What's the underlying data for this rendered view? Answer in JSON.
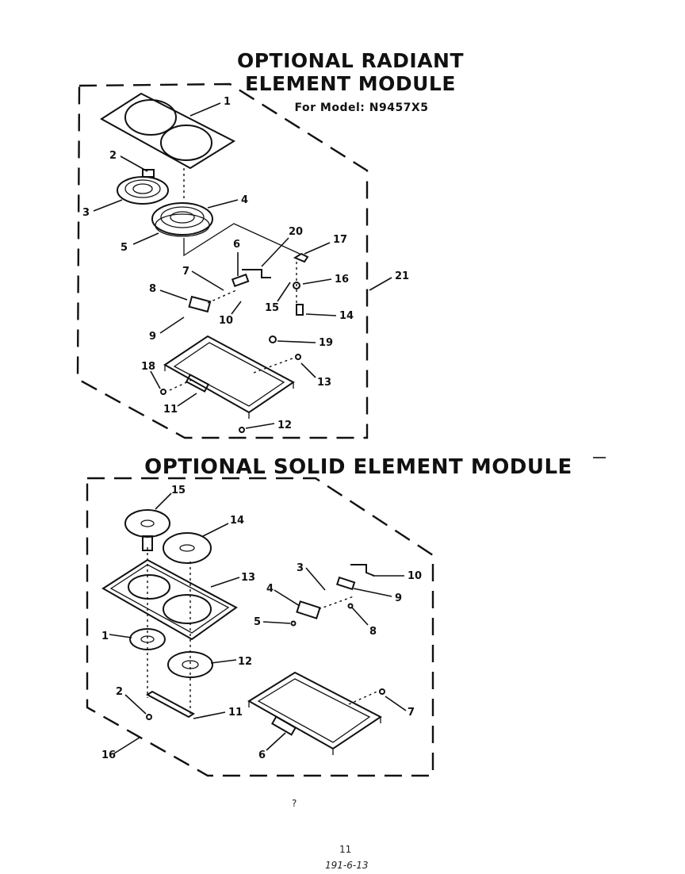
{
  "radiant_module": {
    "title_line1": "OPTIONAL RADIANT",
    "title_line2": "ELEMENT MODULE",
    "model_text": "For Model: N9457X5",
    "callouts": [
      "1",
      "2",
      "3",
      "4",
      "5",
      "6",
      "7",
      "20",
      "17",
      "16",
      "21",
      "8",
      "15",
      "14",
      "10",
      "9",
      "19",
      "18",
      "13",
      "11",
      "12"
    ]
  },
  "solid_module": {
    "title": "OPTIONAL SOLID ELEMENT MODULE",
    "callouts": [
      "15",
      "14",
      "13",
      "3",
      "10",
      "4",
      "9",
      "5",
      "8",
      "1",
      "12",
      "2",
      "11",
      "7",
      "16",
      "6"
    ]
  },
  "footer": {
    "page_number": "11",
    "handwritten": "191-6-13",
    "mark": "?"
  }
}
